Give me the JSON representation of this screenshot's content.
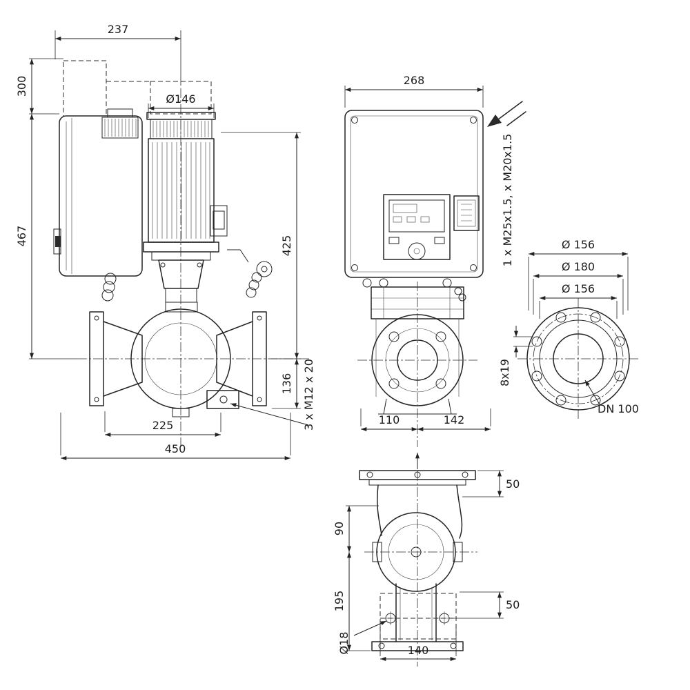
{
  "drawing": {
    "accent_color": "#222222",
    "side": {
      "d237": "237",
      "d300": "300",
      "d467": "467",
      "d146": "Ø146",
      "d425": "425",
      "d136": "136",
      "thread": "3 x M12 x 20",
      "d225": "225",
      "d450": "450"
    },
    "front": {
      "d268": "268",
      "glands": "1 x M25x1.5, x M20x1.5",
      "d110": "110",
      "d142": "142"
    },
    "flange": {
      "d156_outer": "Ø 156",
      "d180": "Ø 180",
      "d156_inner": "Ø 156",
      "holes": "8x19",
      "dn": "DN 100"
    },
    "bottom": {
      "d50_top": "50",
      "d90": "90",
      "d195": "195",
      "d50_bottom": "50",
      "d18": "Ø18",
      "d140": "140"
    }
  }
}
